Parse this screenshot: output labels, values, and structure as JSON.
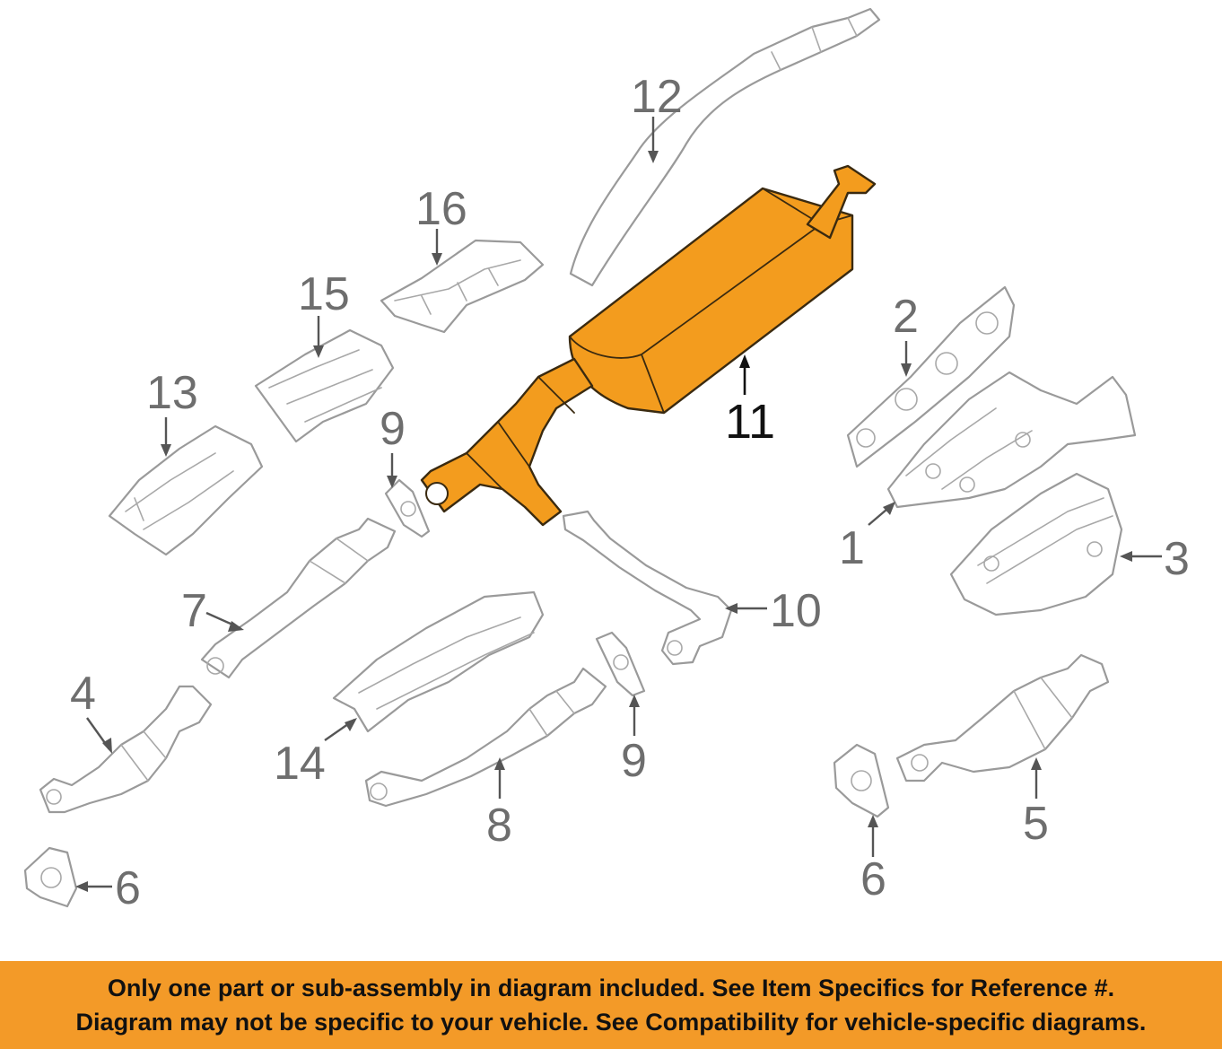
{
  "callouts": {
    "c1": "1",
    "c2": "2",
    "c3": "3",
    "c4": "4",
    "c5": "5",
    "c6a": "6",
    "c6b": "6",
    "c7": "7",
    "c8": "8",
    "c9a": "9",
    "c9b": "9",
    "c10": "10",
    "c11": "11",
    "c12": "12",
    "c13": "13",
    "c14": "14",
    "c15": "15",
    "c16": "16"
  },
  "footer": {
    "line1": "Only one part or sub-assembly in diagram included. See Item Specifics for Reference #.",
    "line2": "Diagram may not be specific to your vehicle. See Compatibility for vehicle-specific diagrams."
  },
  "colors": {
    "highlight": "#f39c1e",
    "footer_bg": "#f39a28",
    "outline": "#9a9a9a"
  }
}
